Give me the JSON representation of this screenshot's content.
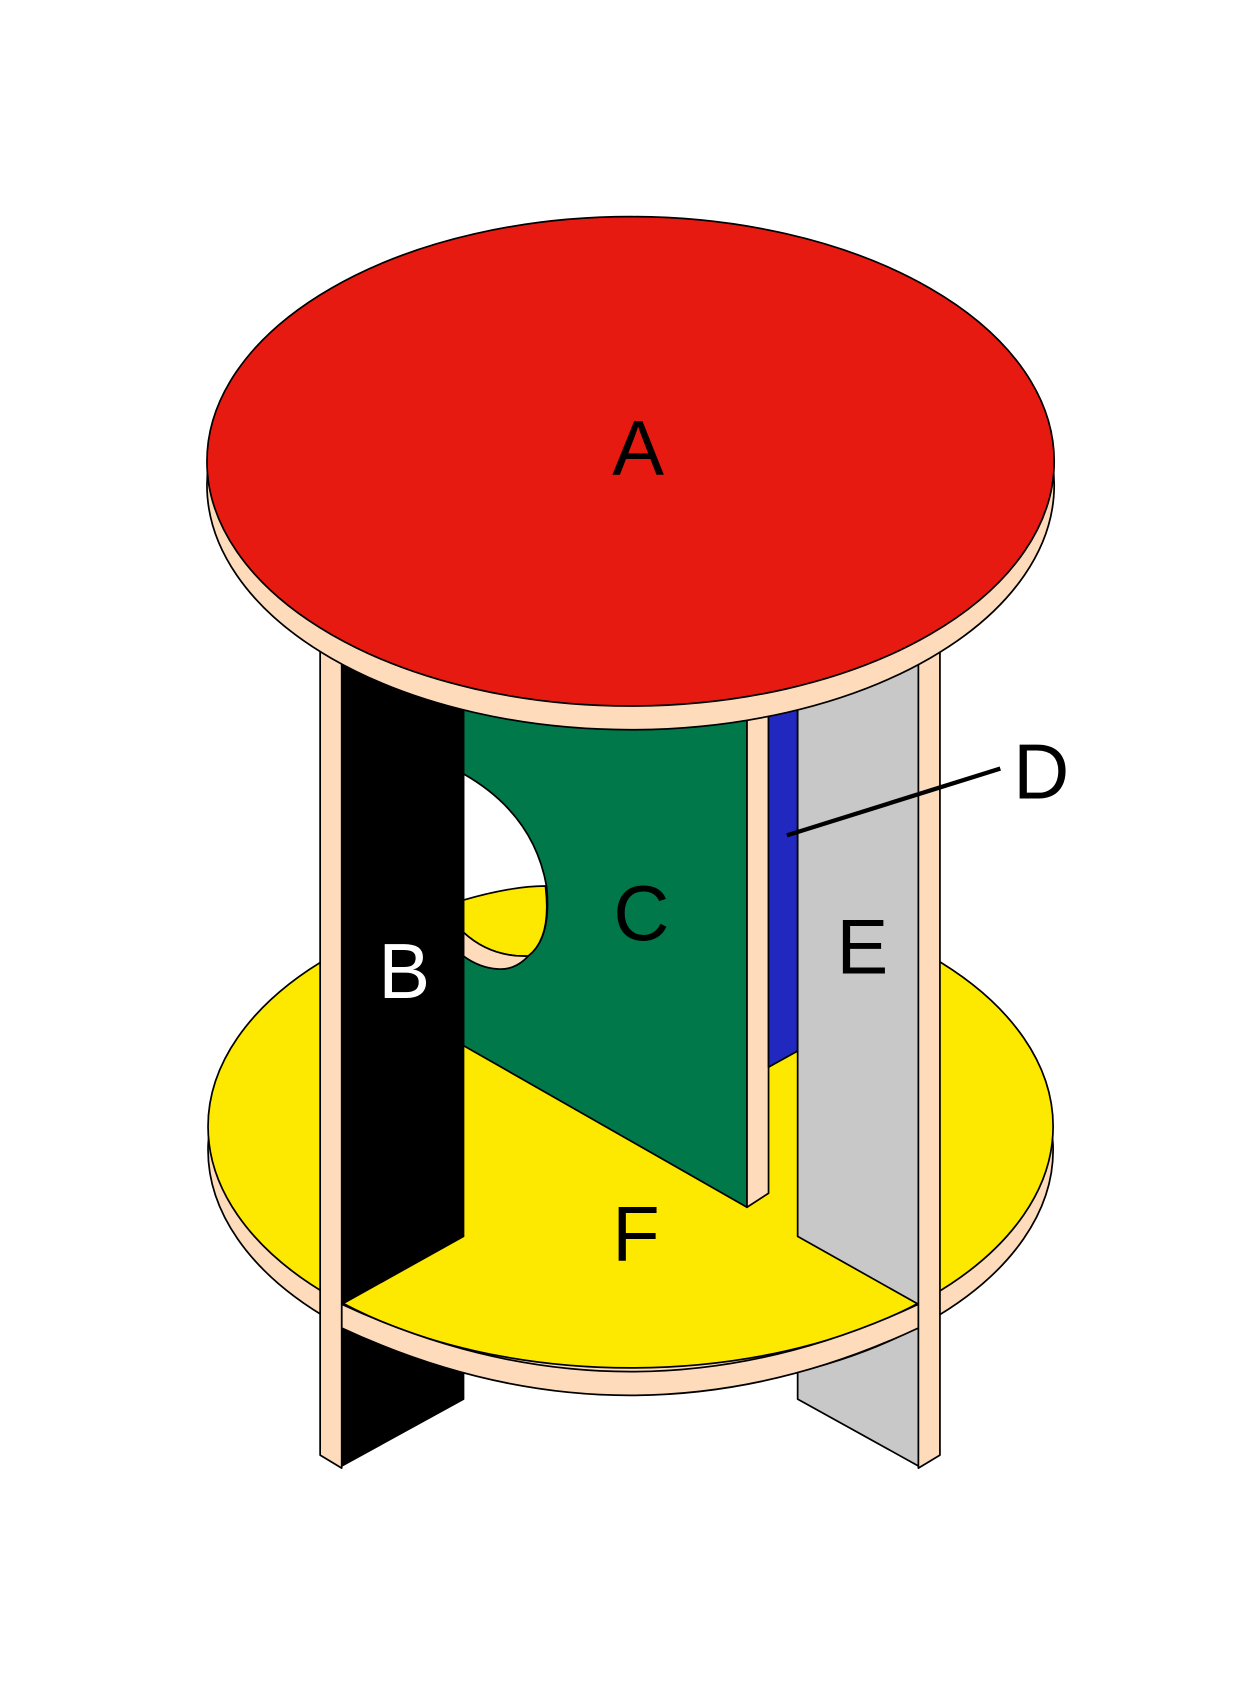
{
  "diagram": {
    "labels": {
      "a": "A",
      "b": "B",
      "c": "C",
      "d": "D",
      "e": "E",
      "f": "F"
    },
    "colors": {
      "top_disk": "#e61a10",
      "bottom_disk": "#fde800",
      "panel_b": "#000000",
      "panel_c": "#00784a",
      "panel_d": "#2028c0",
      "panel_e": "#c8c8c8",
      "edge": "#fddbbb"
    }
  }
}
